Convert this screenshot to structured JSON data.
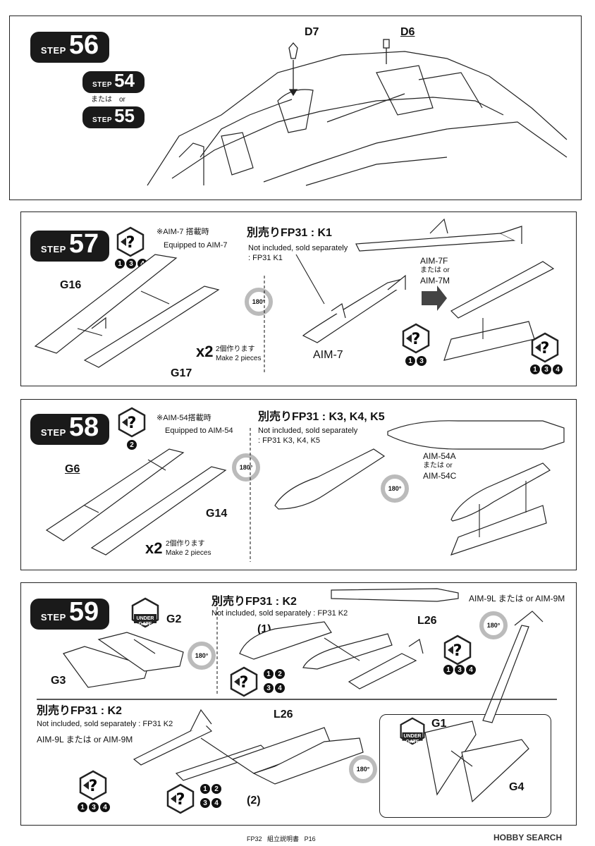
{
  "step56": {
    "title_word": "STEP",
    "title_num": "56",
    "sub1_word": "STEP",
    "sub1_num": "54",
    "or_text": "または　or",
    "sub2_word": "STEP",
    "sub2_num": "55",
    "parts": [
      "D7",
      "D6"
    ]
  },
  "step57": {
    "title_word": "STEP",
    "title_num": "57",
    "note_jp": "※AIM-7 搭載時",
    "note_en": "Equipped to AIM-7",
    "options": [
      "1",
      "3",
      "4"
    ],
    "parts": [
      "G16",
      "G17"
    ],
    "x2": "x2",
    "x2_jp": "2個作ります",
    "x2_en": "Make 2 pieces",
    "rotate": "180°",
    "sold_title": "別売りFP31 : K1",
    "sold_en": "Not included, sold separately",
    "sold_code": ": FP31 K1",
    "missile_a": "AIM-7",
    "missile_b1": "AIM-7F",
    "missile_b_or": "または or",
    "missile_b2": "AIM-7M",
    "options2": [
      "1",
      "3"
    ],
    "options3": [
      "1",
      "3",
      "4"
    ]
  },
  "step58": {
    "title_word": "STEP",
    "title_num": "58",
    "note_jp": "※AIM-54搭載時",
    "note_en": "Equipped to AIM-54",
    "options": [
      "2"
    ],
    "parts": [
      "G6",
      "G14"
    ],
    "x2": "x2",
    "x2_jp": "2個作ります",
    "x2_en": "Make 2 pieces",
    "rotate": "180°",
    "sold_title": "別売りFP31 : K3, K4, K5",
    "sold_en": "Not included, sold separately",
    "sold_code": ": FP31 K3, K4, K5",
    "missile_1": "AIM-54A",
    "missile_or": "または or",
    "missile_2": "AIM-54C"
  },
  "step59": {
    "title_word": "STEP",
    "title_num": "59",
    "gate": "UNDER GATE",
    "parts_top": [
      "G2",
      "G3"
    ],
    "rotate": "180°",
    "sold_title": "別売りFP31 : K2",
    "sold_en": "Not included, sold separately : FP31 K2",
    "label_1": "(1)",
    "label_l26": "L26",
    "missile_top": "AIM-9L または or AIM-9M",
    "opts_a": [
      "1",
      "2"
    ],
    "opts_b": [
      "3",
      "4"
    ],
    "opts_c": [
      "1",
      "3",
      "4"
    ],
    "bottom_sold_title": "別売りFP31 : K2",
    "bottom_sold_en": "Not included, sold separately : FP31 K2",
    "bottom_missile": "AIM-9L または or AIM-9M",
    "label_l26b": "L26",
    "label_2": "(2)",
    "opts_d": [
      "1",
      "3",
      "4"
    ],
    "opts_e": [
      "1",
      "2"
    ],
    "opts_f": [
      "3",
      "4"
    ],
    "gate2": "UNDER GATE",
    "parts_bottom": [
      "G1",
      "G4"
    ]
  },
  "footer": {
    "code": "FP32",
    "jp": "組立説明書",
    "page": "P16"
  },
  "watermark": "HOBBY SEARCH"
}
